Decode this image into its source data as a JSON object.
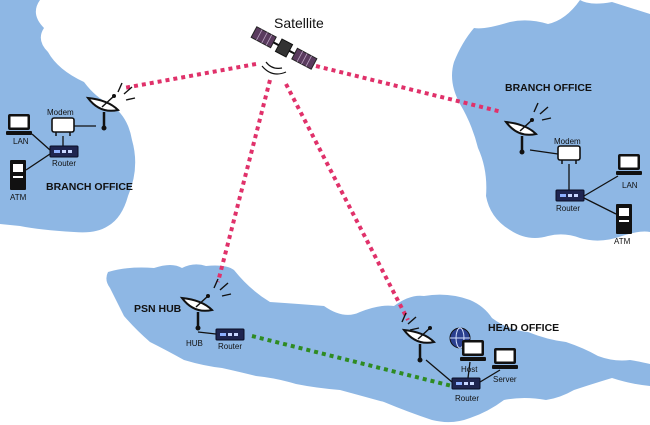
{
  "satellite": {
    "label": "Satellite"
  },
  "branch_office_left": {
    "title": "BRANCH OFFICE",
    "modem": "Modem",
    "lan": "LAN",
    "router": "Router",
    "atm": "ATM"
  },
  "branch_office_right": {
    "title": "BRANCH OFFICE",
    "modem": "Modem",
    "lan": "LAN",
    "router": "Router",
    "atm": "ATM"
  },
  "psn_hub": {
    "title": "PSN HUB",
    "hub": "HUB",
    "router": "Router"
  },
  "head_office": {
    "title": "HEAD OFFICE",
    "host": "Host",
    "server": "Server",
    "router": "Router"
  },
  "colors": {
    "land": "#8eb7e4",
    "satellite_link": "#e0316a",
    "terrestrial_link": "#2e8b22"
  }
}
